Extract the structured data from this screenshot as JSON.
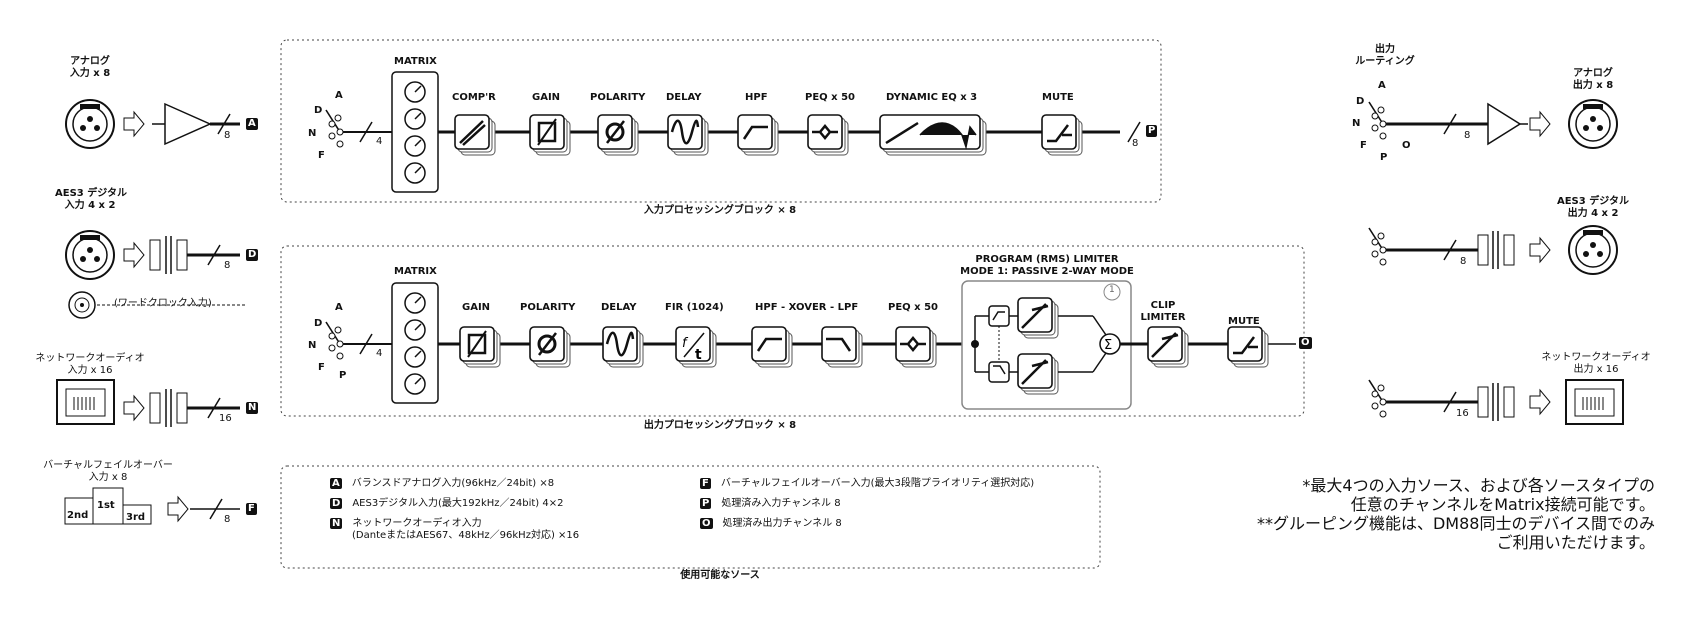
{
  "input_sources": {
    "analog": {
      "line1": "アナログ",
      "line2": "入力 x 8",
      "bus_count": "8",
      "bus_tag": "A"
    },
    "aes3": {
      "line1": "AES3 デジタル",
      "line2": "入力 4 x 2",
      "bus_count": "8",
      "bus_tag": "D"
    },
    "wordclock": "(ワードクロック入力)",
    "network": {
      "line1": "ネットワークオーディオ",
      "line2": "入力 x 16",
      "bus_count": "16",
      "bus_tag": "N"
    },
    "failover": {
      "line1": "バーチャルフェイルオーバー",
      "line2": "入力 x 8",
      "tiers": [
        "2nd",
        "1st",
        "3rd"
      ],
      "bus_count": "8",
      "bus_tag": "F"
    }
  },
  "input_block": {
    "caption": "入力プロセッシングブロック × 8",
    "selector_tags": [
      "A",
      "D",
      "N",
      "F"
    ],
    "bus_count": "4",
    "matrix_label": "MATRIX",
    "stages": [
      "COMP'R",
      "GAIN",
      "POLARITY",
      "DELAY",
      "HPF",
      "PEQ x 50",
      "DYNAMIC EQ x 3",
      "MUTE"
    ],
    "out_count": "8",
    "out_tag": "P"
  },
  "output_block": {
    "caption": "出力プロセッシングブロック × 8",
    "selector_tags": [
      "A",
      "D",
      "N",
      "F",
      "P"
    ],
    "bus_count": "4",
    "matrix_label": "MATRIX",
    "stages": [
      "GAIN",
      "POLARITY",
      "DELAY",
      "FIR (1024)",
      "HPF - XOVER - LPF",
      "PEQ x 50"
    ],
    "limiter_title1": "PROGRAM (RMS) LIMITER",
    "limiter_title2": "MODE 1:  PASSIVE 2-WAY MODE",
    "mode_number": "1",
    "clip_label1": "CLIP",
    "clip_label2": "LIMITER",
    "mute_label": "MUTE",
    "out_tag": "O"
  },
  "outputs": {
    "routing_label1": "出力",
    "routing_label2": "ルーティング",
    "selector_tags": [
      "A",
      "D",
      "N",
      "F",
      "P",
      "O"
    ],
    "analog": {
      "line1": "アナログ",
      "line2": "出力 x 8",
      "count": "8"
    },
    "aes3": {
      "line1": "AES3 デジタル",
      "line2": "出力 4 x 2",
      "count": "8"
    },
    "network": {
      "line1": "ネットワークオーディオ",
      "line2": "出力 x 16",
      "count": "16"
    }
  },
  "legend": {
    "caption": "使用可能なソース",
    "items": [
      {
        "tag": "A",
        "text": "バランスドアナログ入力(96kHz／24bit) ×8"
      },
      {
        "tag": "D",
        "text": "AES3デジタル入力(最大192kHz／24bit) 4×2"
      },
      {
        "tag": "N",
        "text": "ネットワークオーディオ入力",
        "text2": "(DanteまたはAES67、48kHz／96kHz対応) ×16"
      },
      {
        "tag": "F",
        "text": "バーチャルフェイルオーバー入力(最大3段階プライオリティ選択対応)"
      },
      {
        "tag": "P",
        "text": "処理済み入力チャンネル 8"
      },
      {
        "tag": "O",
        "text": "処理済み出力チャンネル 8"
      }
    ]
  },
  "footnotes": [
    "*最大4つの入力ソース、および各ソースタイプの",
    "任意のチャンネルをMatrix接続可能です。",
    "**グルーピング機能は、DM88同士のデバイス間でのみ",
    "ご利用いただけます。"
  ]
}
